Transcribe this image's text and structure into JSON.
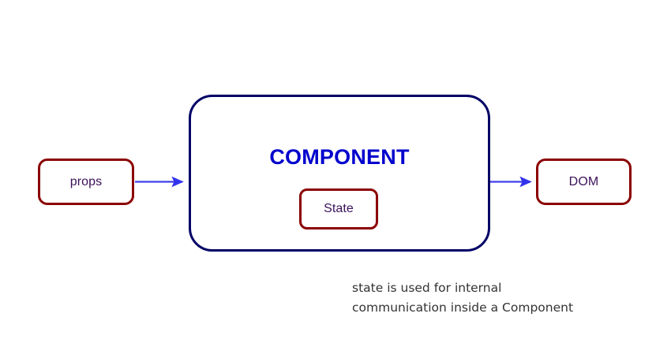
{
  "diagram": {
    "title_text": "COMPONENT",
    "background_color": "#ffffff",
    "nodes": {
      "props": {
        "label": "props",
        "border_color": "#8b0000",
        "text_color": "#3b1159"
      },
      "dom": {
        "label": "DOM",
        "border_color": "#8b0000",
        "text_color": "#3b1159"
      },
      "state": {
        "label": "State",
        "border_color": "#8b0000",
        "text_color": "#3b1159"
      },
      "component": {
        "label": "COMPONENT",
        "border_color": "#000066",
        "text_color": "#0000cd"
      }
    },
    "arrows": {
      "props_to_component": {
        "name": "props-to-component-arrow",
        "color": "#4040ee"
      },
      "component_to_dom": {
        "name": "component-to-dom-arrow",
        "color": "#4040ee"
      }
    },
    "caption": {
      "line1": "state is used for internal",
      "line2": "communication inside a Component",
      "full_text": "state is used for internal\ncommunication inside a Component",
      "text_color": "#333333"
    }
  }
}
